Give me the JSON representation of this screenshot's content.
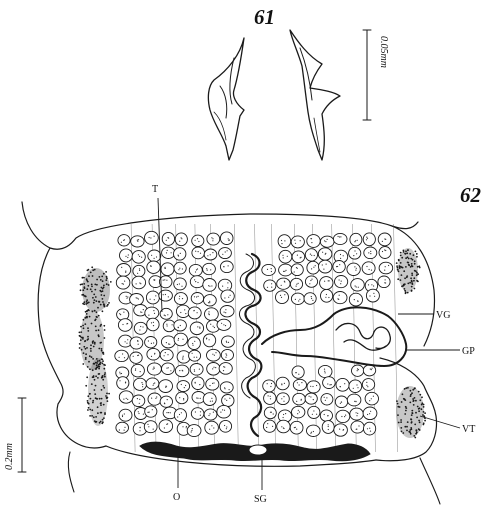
{
  "figures": {
    "fig61": {
      "number": "61",
      "scale_label": "0.05mm"
    },
    "fig62": {
      "number": "62",
      "scale_label": "0.2mm"
    }
  },
  "labels": {
    "T": "T",
    "VG": "VG",
    "GP": "GP",
    "VT": "VT",
    "O": "O",
    "SG": "SG"
  }
}
